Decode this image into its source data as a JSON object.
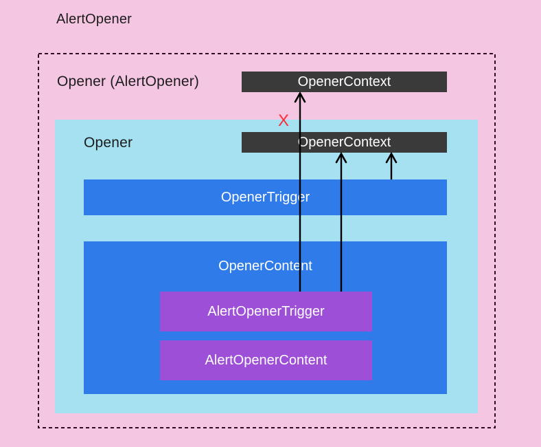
{
  "root": {
    "label": "AlertOpener"
  },
  "alert_opener_scope": {
    "label": "Opener (AlertOpener)",
    "context_box_label": "OpenerContext"
  },
  "opener_scope": {
    "label": "Opener",
    "context_box_label": "OpenerContext",
    "trigger_box_label": "OpenerTrigger",
    "content_box_label": "OpenerContent",
    "alert_trigger_box_label": "AlertOpenerTrigger",
    "alert_content_box_label": "AlertOpenerContent"
  },
  "annotations": {
    "blocked_marker": "X"
  },
  "edges": [
    {
      "from": "AlertOpenerTrigger",
      "to": "OpenerContext in AlertOpener scope",
      "blocked": true
    },
    {
      "from": "AlertOpenerTrigger",
      "to": "OpenerContext in Opener scope",
      "blocked": false
    },
    {
      "from": "OpenerTrigger",
      "to": "OpenerContext in Opener scope",
      "blocked": false
    }
  ],
  "colors": {
    "background": "#F4C6E2",
    "scope_fill": "#A6E1F2",
    "component_fill": "#2E7BE9",
    "alert_component_fill": "#9D4FD8",
    "context_fill": "#3A3A3A",
    "dark_text": "#1B1B1B",
    "light_text": "#FFFFFF",
    "arrow": "#000000",
    "blocked": "#FB2C36",
    "dashed_border": "#2E0B22"
  }
}
